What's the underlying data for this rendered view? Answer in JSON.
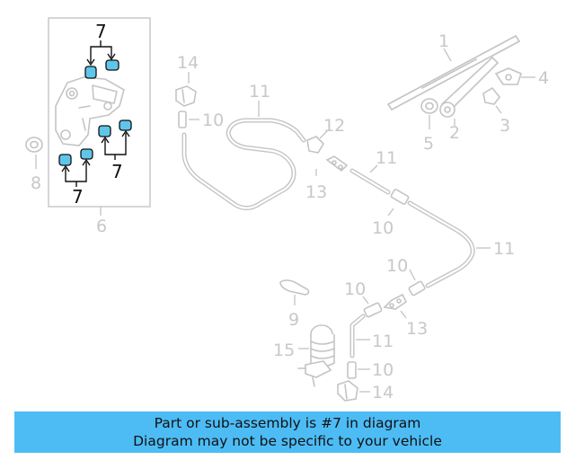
{
  "diagram": {
    "callouts": {
      "c1": "1",
      "c2": "2",
      "c3": "3",
      "c4": "4",
      "c5": "5",
      "c6": "6",
      "c7a": "7",
      "c7b": "7",
      "c7c": "7",
      "c8": "8",
      "c9": "9",
      "c10a": "10",
      "c10b": "10",
      "c10c": "10",
      "c10d": "10",
      "c10e": "10",
      "c11a": "11",
      "c11b": "11",
      "c11c": "11",
      "c11d": "11",
      "c12": "12",
      "c13a": "13",
      "c13b": "13",
      "c14a": "14",
      "c14b": "14",
      "c15": "15"
    },
    "colors": {
      "highlight_part": "#5fc6ea",
      "inactive_lines": "#c4c4c4",
      "banner_background": "#4dbcf5"
    }
  },
  "footer": {
    "line1": "Part or sub-assembly is #7 in diagram",
    "line2": "Diagram may not be specific to your vehicle"
  }
}
